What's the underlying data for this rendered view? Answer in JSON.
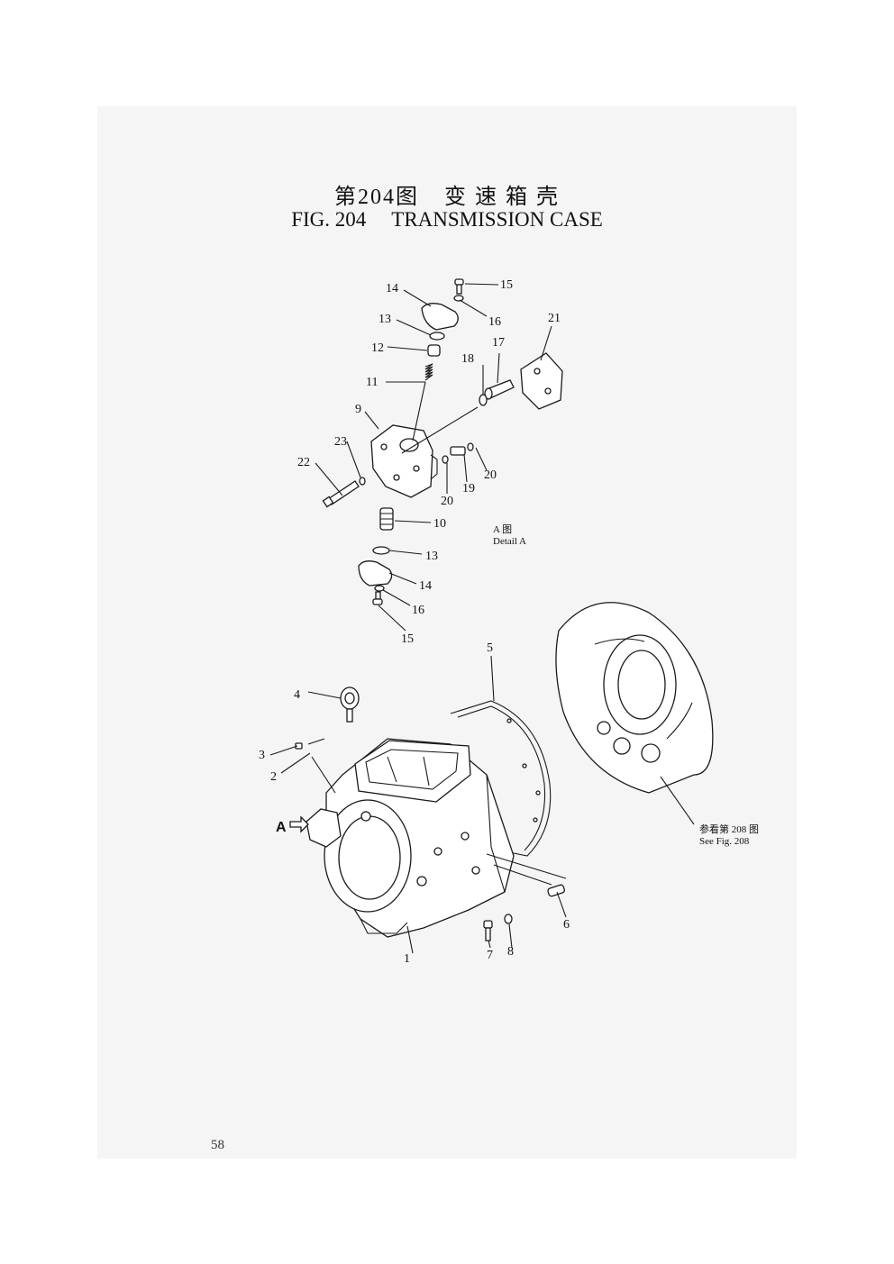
{
  "title": {
    "cn_fig": "第204图",
    "cn_name": "变 速 箱 壳",
    "en_fig": "FIG. 204",
    "en_name": "TRANSMISSION CASE"
  },
  "detail_a": {
    "cn": "A 图",
    "en": "Detail A"
  },
  "callout_a": "A",
  "see_ref": {
    "cn": "参看第 208 图",
    "en": "See Fig. 208"
  },
  "page_number": "58",
  "labels": {
    "l1": "1",
    "l2": "2",
    "l3": "3",
    "l4": "4",
    "l5": "5",
    "l6": "6",
    "l7": "7",
    "l8": "8",
    "l9": "9",
    "l10": "10",
    "l11": "11",
    "l12": "12",
    "l13a": "13",
    "l13b": "13",
    "l14a": "14",
    "l14b": "14",
    "l15a": "15",
    "l15b": "15",
    "l16a": "16",
    "l16b": "16",
    "l17": "17",
    "l18": "18",
    "l19": "19",
    "l20a": "20",
    "l20b": "20",
    "l21": "21",
    "l22": "22",
    "l23": "23"
  }
}
